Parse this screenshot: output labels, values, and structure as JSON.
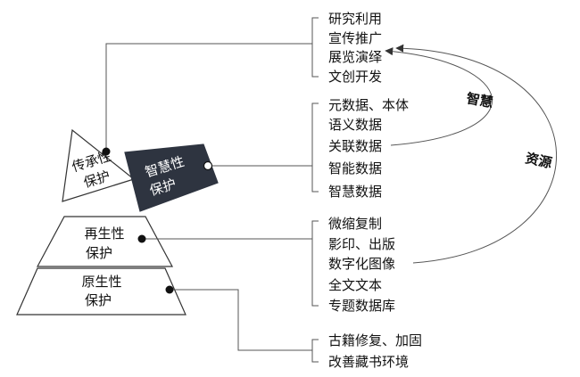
{
  "levels": {
    "inherit": [
      "传承性",
      "保护"
    ],
    "wisdom": [
      "智慧性",
      "保护"
    ],
    "regen": [
      "再生性",
      "保护"
    ],
    "original": [
      "原生性",
      "保护"
    ]
  },
  "groups": {
    "use": [
      "研究利用",
      "宣传推广",
      "展览演绎",
      "文创开发"
    ],
    "data": [
      "元数据、本体",
      "语义数据",
      "关联数据",
      "智能数据",
      "智慧数据"
    ],
    "copy": [
      "微缩复制",
      "影印、出版",
      "数字化图像",
      "全文文本",
      "专题数据库"
    ],
    "repair": [
      "古籍修复、加固",
      "改善藏书环境"
    ]
  },
  "arcs": {
    "inner": "智慧",
    "outer": "资源"
  },
  "colors": {
    "dark": "#2e3440",
    "line": "#555555"
  }
}
